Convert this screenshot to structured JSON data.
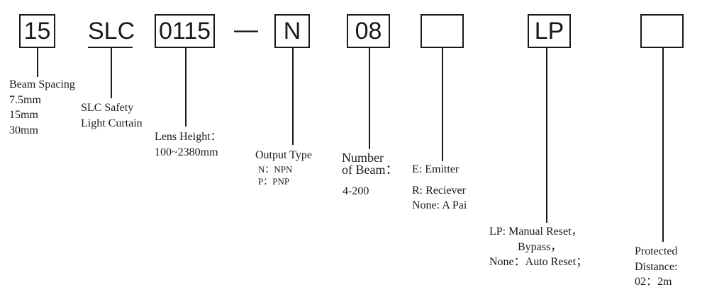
{
  "codes": {
    "beam_spacing": "15",
    "series": "SLC",
    "lens_height": "0115",
    "dash": "—",
    "output_type": "N",
    "number_of_beam": "08",
    "emitter_receiver": "",
    "reset_type": "LP",
    "protected_distance": ""
  },
  "descriptions": {
    "beam_spacing": {
      "title": "Beam Spacing",
      "options": [
        "7.5mm",
        "15mm",
        "30mm"
      ]
    },
    "series": {
      "lines": [
        "SLC Safety",
        "Light Curtain"
      ]
    },
    "lens_height": {
      "title": "Lens Height：",
      "range": "100~2380mm"
    },
    "output_type": {
      "title": "Output Type",
      "options": [
        "N：NPN",
        "P：PNP"
      ]
    },
    "number_of_beam": {
      "title_lines": [
        "Number",
        "of Beam："
      ],
      "range": "4-200"
    },
    "emitter_receiver": {
      "options": [
        "E: Emitter",
        "R: Reciever",
        "None: A Pai"
      ]
    },
    "reset_type": {
      "lines": [
        "LP:  Manual Reset，",
        "Bypass，",
        "None：Auto Reset；"
      ]
    },
    "protected_distance": {
      "lines": [
        "Protected",
        "Distance:",
        "02：2m"
      ]
    }
  }
}
